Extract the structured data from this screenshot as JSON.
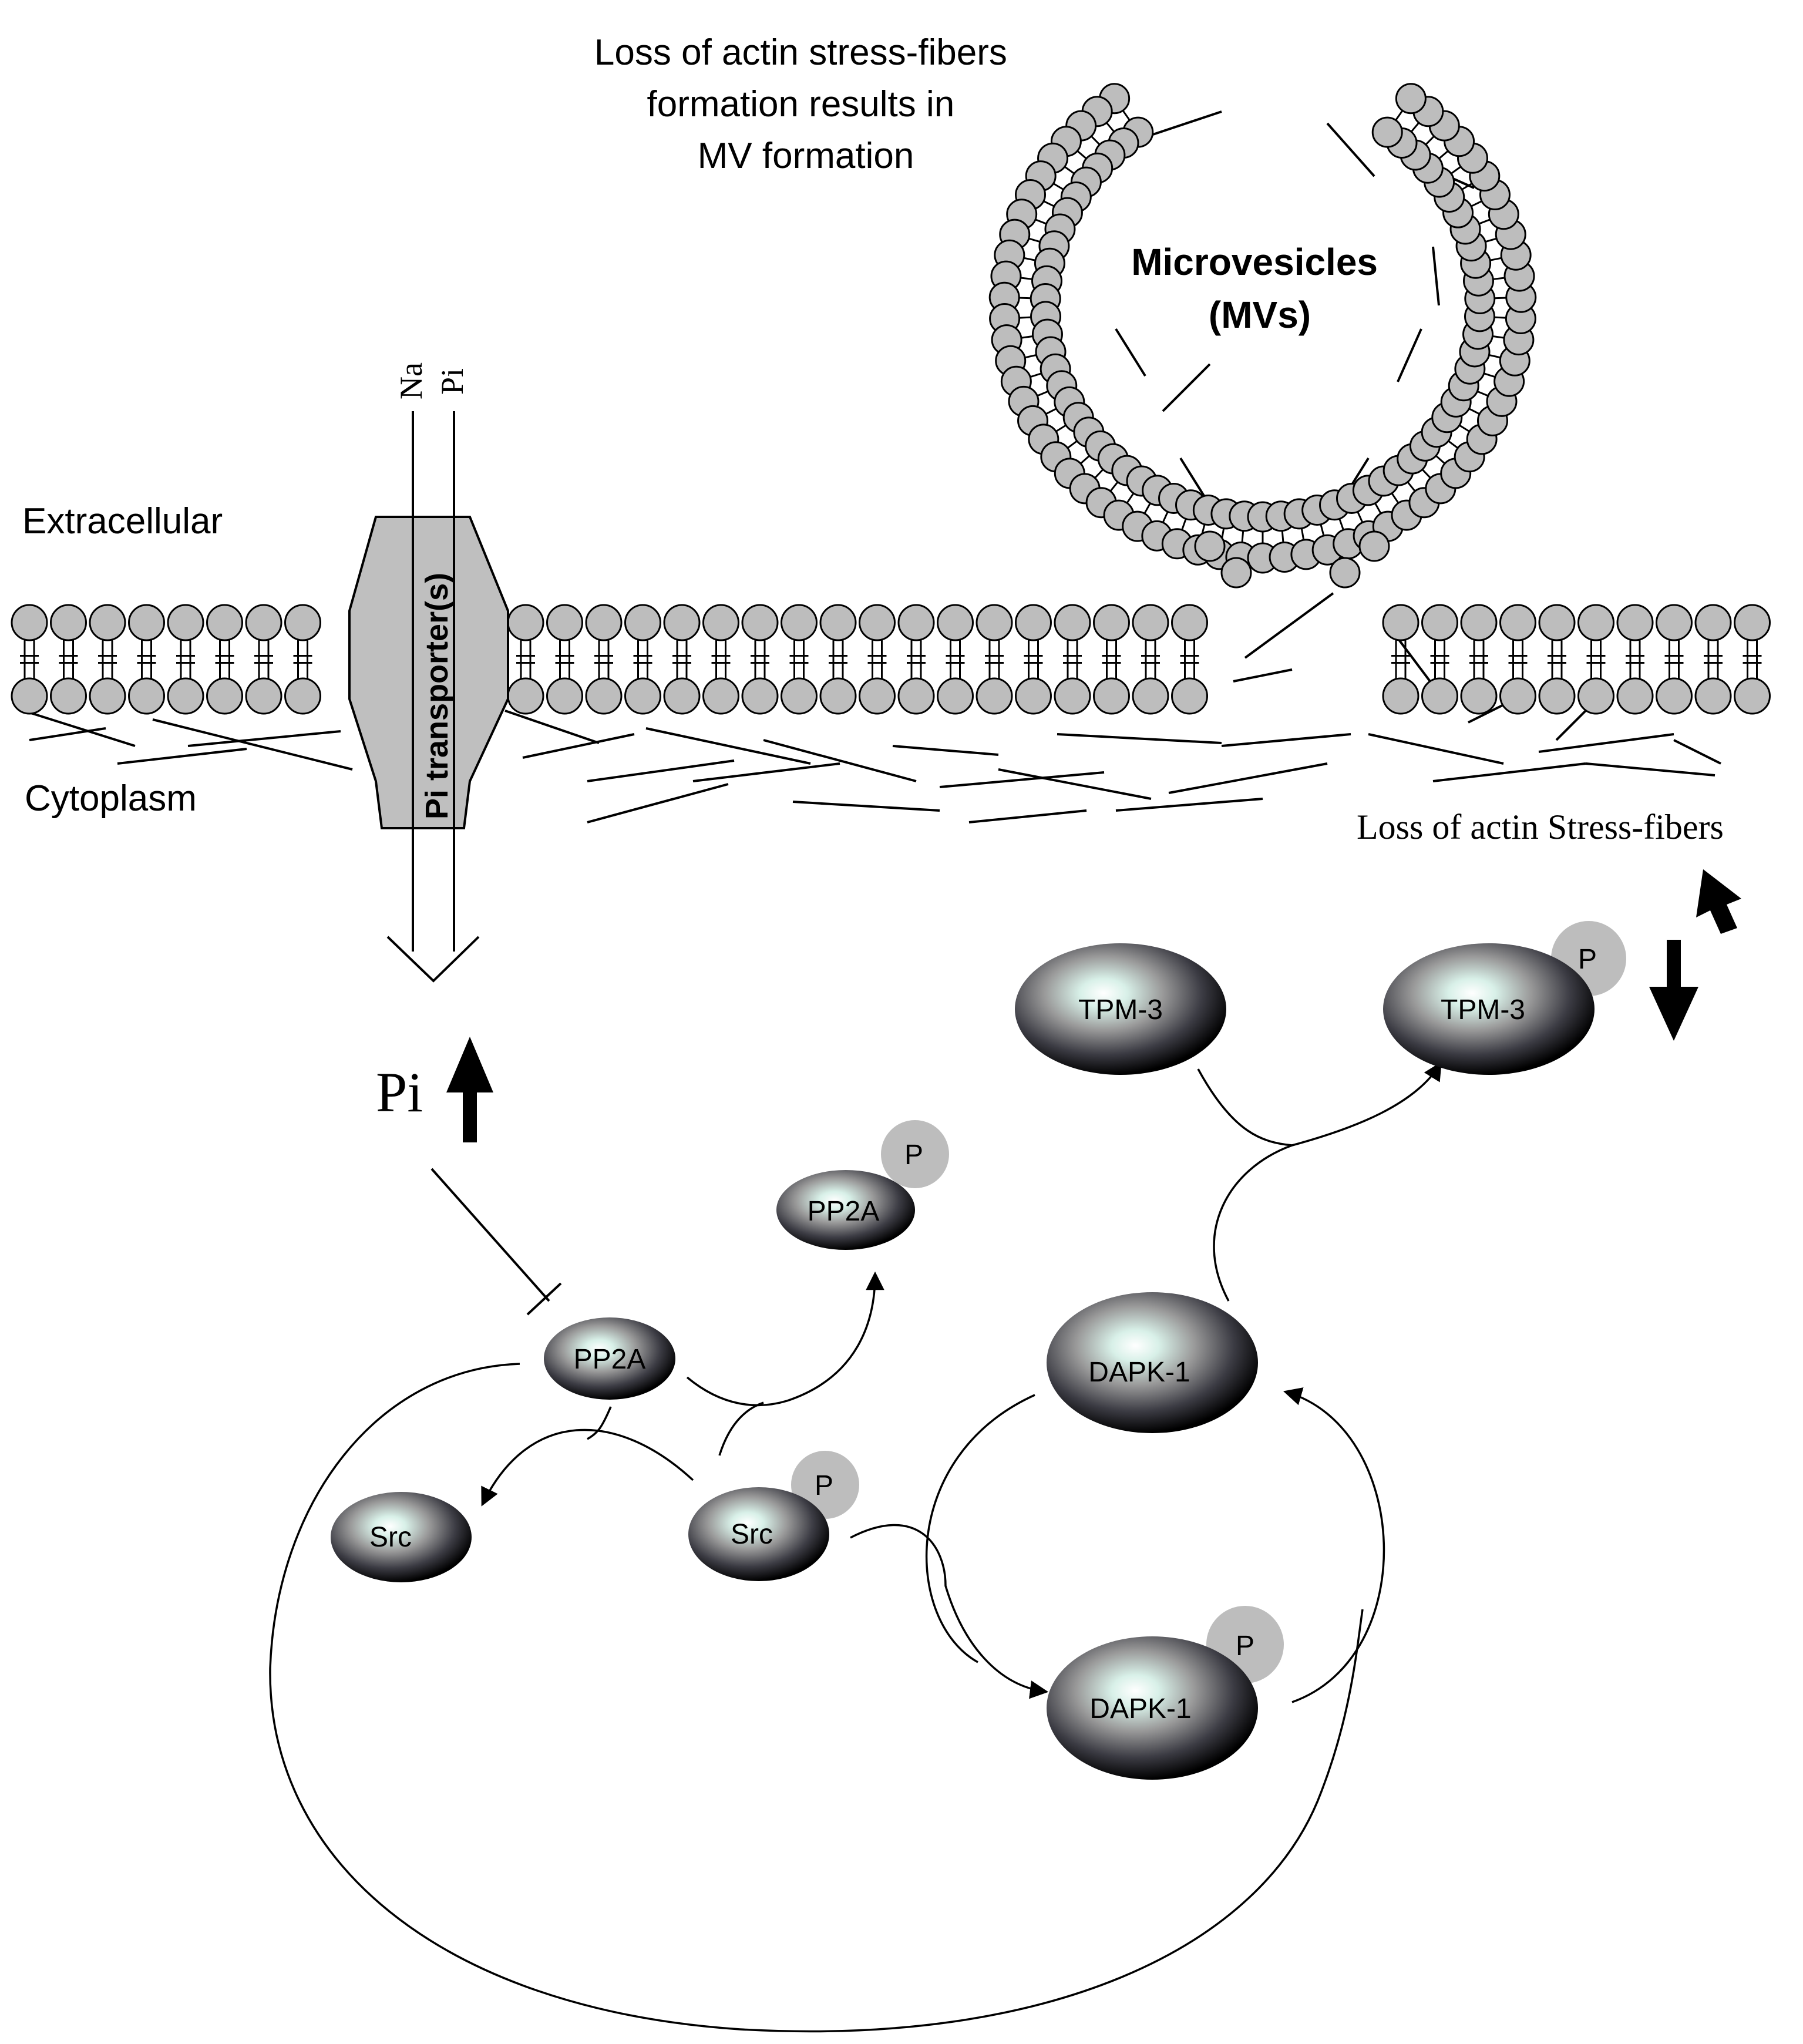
{
  "labels": {
    "caption_1": "Loss of actin stress-fibers",
    "caption_2": "formation results in",
    "caption_3": "MV formation",
    "mv_1": "Microvesicles",
    "mv_2": "(MVs)",
    "extracellular": "Extracellular",
    "cytoplasm": "Cytoplasm",
    "transporter": "Pi transporter(s)",
    "na": "Na",
    "pi_channel": "Pi",
    "pi_big": "Pi",
    "loss_stress": "Loss of actin Stress-fibers"
  },
  "proteins": {
    "pp2a": "PP2A",
    "pp2a_p": "PP2A",
    "src": "Src",
    "src_p": "Src",
    "dapk1": "DAPK-1",
    "dapk1_p": "DAPK-1",
    "tpm3": "TPM-3",
    "tpm3_p": "TPM-3",
    "phospho": "P"
  },
  "colors": {
    "lipid_head": "#bdbdbd",
    "transporter_fill": "#bfbfbf",
    "phospho_tag": "#bdbdbd"
  }
}
